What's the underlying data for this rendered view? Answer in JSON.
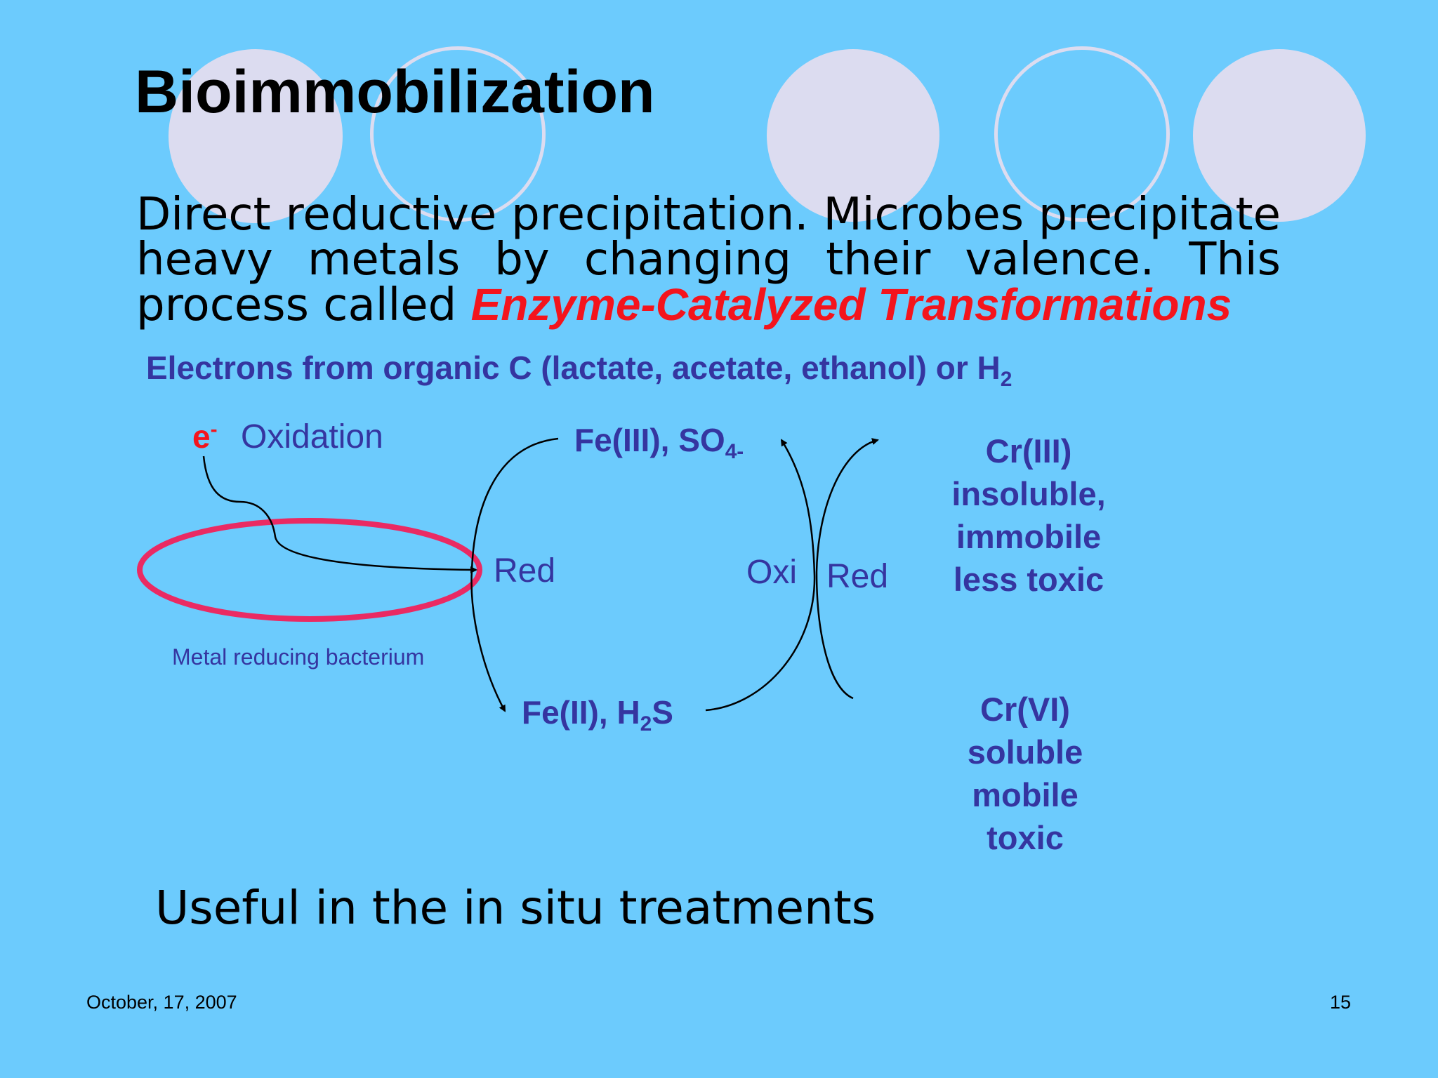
{
  "slide": {
    "title": "Bioimmobilization",
    "intro": {
      "text": "Direct reductive precipitation. Microbes precipitate heavy metals by changing their valence. This process called ",
      "emphasis": "Enzyme-Catalyzed Transformations"
    },
    "footer": {
      "date": "October, 17, 2007",
      "page": "15"
    },
    "conclusion": "Useful in the in situ treatments"
  },
  "diagram": {
    "electron_source": {
      "text": "Electrons from organic C (lactate, acetate, ethanol) or H",
      "sub": "2"
    },
    "electron": {
      "symbol": "e",
      "sup": "-"
    },
    "oxidation_label": "Oxidation",
    "bacterium_label": "Metal reducing bacterium",
    "oxidized_species": {
      "text": "Fe(III), SO",
      "sub": "4-"
    },
    "reduced_species": {
      "text1": "Fe(II), H",
      "sub": "2",
      "text2": "S"
    },
    "red_label_left": "Red",
    "oxi_label": "Oxi",
    "red_label_right": "Red",
    "chromium_reduced": [
      "Cr(III)",
      "insoluble,",
      "immobile",
      "less toxic"
    ],
    "chromium_oxidized": [
      "Cr(VI)",
      "soluble",
      "mobile",
      "toxic"
    ],
    "colors": {
      "background": "#6ccbfd",
      "label_navy": "#3535a0",
      "emphasis_red": "#f4141c",
      "cell_outline": "#ea2a63"
    }
  }
}
